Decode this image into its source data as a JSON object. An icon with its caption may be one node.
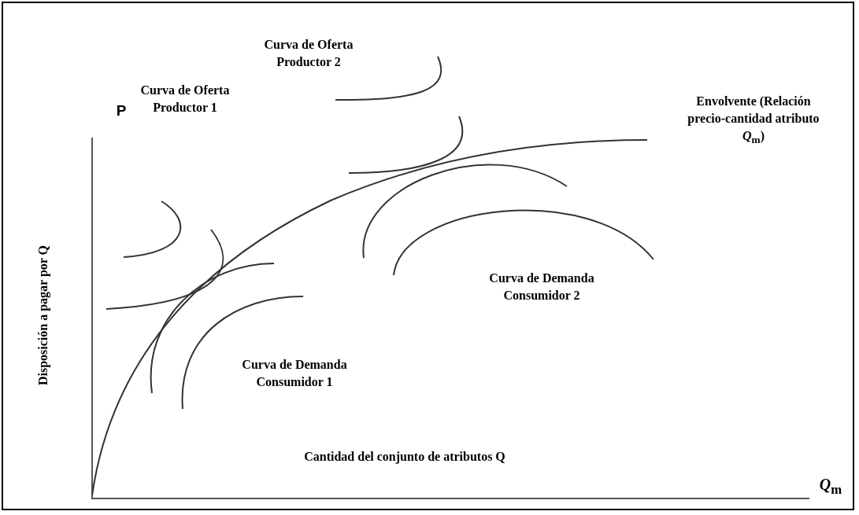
{
  "diagram": {
    "labels": [
      "Curva de Oferta Productor 2",
      "P",
      "Curva de Oferta Productor 1",
      "Envolvente (Relación precio-cantidad atributo *Q*$_{m}$)",
      "Disposición a pagar por Q",
      "Curva de Demanda Consumidor 2",
      "Curva de Demanda Consumidor 1",
      "Cantidad del conjunto de atributos Q",
      "*Q*$_{m}$"
    ]
  }
}
